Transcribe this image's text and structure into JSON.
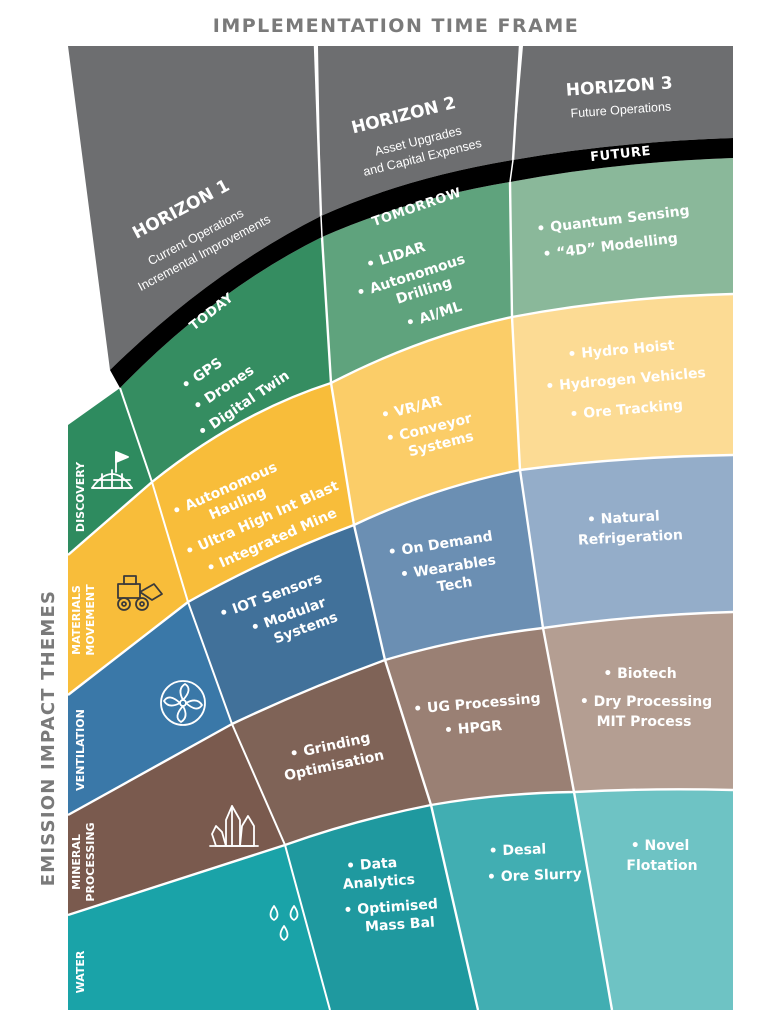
{
  "title": "IMPLEMENTATION TIME FRAME",
  "side_title": "EMISSION IMPACT THEMES",
  "horizons": [
    {
      "heading": "HORIZON 1",
      "sub1": "Current Operations",
      "sub2": "Incremental Improvements",
      "band": "TODAY"
    },
    {
      "heading": "HORIZON 2",
      "sub1": "Asset Upgrades",
      "sub2": "and Capital Expenses",
      "band": "TOMORROW"
    },
    {
      "heading": "HORIZON 3",
      "sub1": "Future Operations",
      "sub2": "",
      "band": "FUTURE"
    }
  ],
  "themes": [
    {
      "label1": "DISCOVERY",
      "label2": "",
      "icon": "globe-flag-icon",
      "color": "#2e8b5f"
    },
    {
      "label1": "MATERIALS",
      "label2": "MOVEMENT",
      "icon": "loader-truck-icon",
      "color": "#f8bd3a"
    },
    {
      "label1": "VENTILATION",
      "label2": "",
      "icon": "fan-icon",
      "color": "#3a78a8"
    },
    {
      "label1": "MINERAL",
      "label2": "PROCESSING",
      "icon": "crystals-icon",
      "color": "#7a5a4e"
    },
    {
      "label1": "WATER",
      "label2": "",
      "icon": "water-drops-icon",
      "color": "#1aa3a8"
    }
  ],
  "cells": {
    "discovery": [
      [
        "• GPS",
        "• Drones",
        "• Digital Twin"
      ],
      [
        "• LIDAR",
        "• Autonomous",
        "Drilling",
        "• AI/ML"
      ],
      [
        "• Quantum Sensing",
        "• “4D” Modelling"
      ]
    ],
    "materials": [
      [
        "• Autonomous",
        "Hauling",
        "• Ultra High Int Blast",
        "• Integrated Mine"
      ],
      [
        "• VR/AR",
        "• Conveyor",
        "Systems"
      ],
      [
        "• Hydro Hoist",
        "• Hydrogen Vehicles",
        "• Ore Tracking"
      ]
    ],
    "ventilation": [
      [
        "• IOT Sensors",
        "• Modular",
        "Systems"
      ],
      [
        "• On Demand",
        "• Wearables",
        "Tech"
      ],
      [
        "• Natural",
        "Refrigeration"
      ]
    ],
    "processing": [
      [
        "• Grinding",
        "Optimisation"
      ],
      [
        "• UG Processing",
        "• HPGR"
      ],
      [
        "• Biotech",
        "• Dry Processing",
        "MIT Process"
      ]
    ],
    "water": [
      [
        "• Data",
        "Analytics",
        "• Optimised",
        "Mass Bal"
      ],
      [
        "• Desal",
        "• Ore Slurry"
      ],
      [
        "• Novel",
        "Flotation"
      ]
    ]
  },
  "colors": {
    "heading_grey": "#6d6e70",
    "title_grey": "#7a7a7a",
    "black_band": "#000000",
    "discovery": [
      "#358d61",
      "#5fa37d",
      "#8ab89a"
    ],
    "materials": [
      "#f8bd3a",
      "#fbcd68",
      "#fcdb94"
    ],
    "ventilation": [
      "#41719a",
      "#6b8fb3",
      "#94adc9"
    ],
    "processing": [
      "#7f6357",
      "#9a8074",
      "#b49e92"
    ],
    "water": [
      "#1f999f",
      "#41aeb2",
      "#6ec3c4"
    ]
  }
}
